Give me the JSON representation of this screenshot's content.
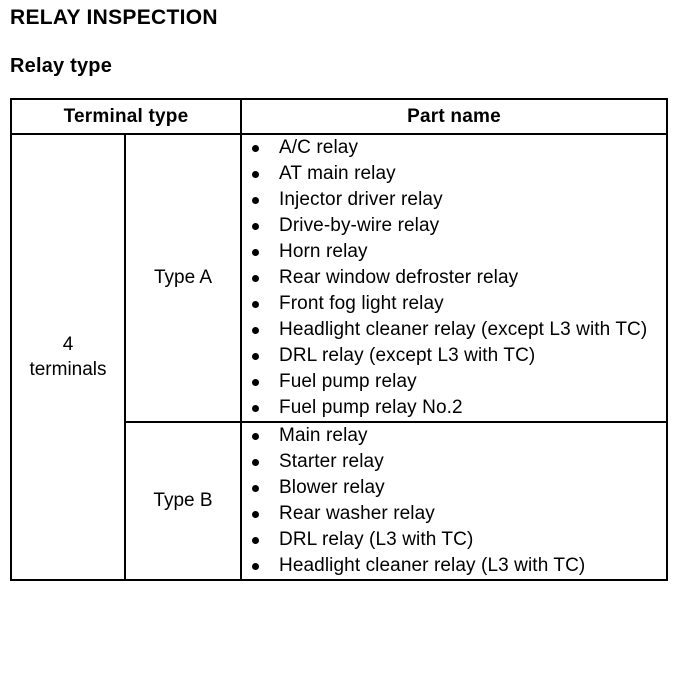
{
  "document": {
    "title": "RELAY INSPECTION",
    "section_title": "Relay type"
  },
  "table": {
    "headers": {
      "terminal_type": "Terminal type",
      "part_name": "Part name"
    },
    "terminal": {
      "line1": "4",
      "line2": "terminals"
    },
    "rows": [
      {
        "type_label": "Type A",
        "parts": [
          "A/C relay",
          "AT main relay",
          "Injector driver relay",
          "Drive-by-wire relay",
          "Horn relay",
          "Rear window defroster relay",
          "Front fog light relay",
          "Headlight cleaner relay (except L3 with TC)",
          "DRL relay (except L3 with TC)",
          "Fuel pump relay",
          "Fuel pump relay No.2"
        ]
      },
      {
        "type_label": "Type B",
        "parts": [
          "Main relay",
          "Starter relay",
          "Blower relay",
          "Rear washer relay",
          "DRL relay (L3 with TC)",
          "Headlight cleaner relay (L3 with TC)"
        ]
      }
    ]
  },
  "colors": {
    "text": "#000000",
    "background": "#ffffff",
    "border": "#000000"
  }
}
